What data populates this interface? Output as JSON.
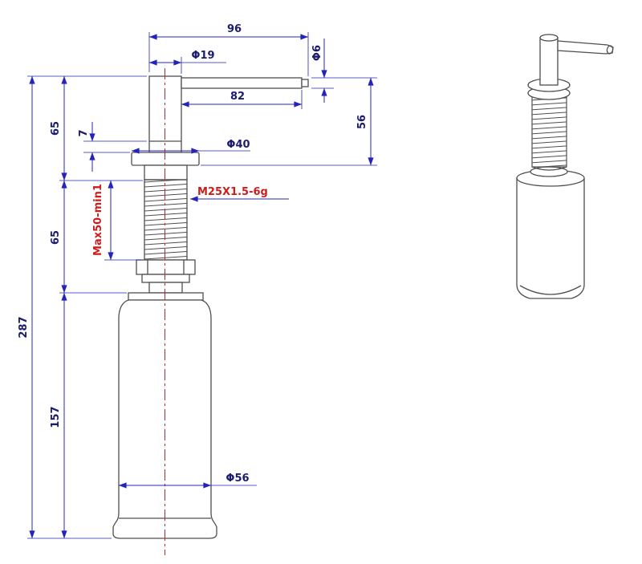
{
  "colors": {
    "outline": "#4f4f4f",
    "dimension_line": "#2424bd",
    "dimension_text": "#1c1c6e",
    "annotation_red": "#cc1d1d",
    "centerline": "#cc2222",
    "background": "#ffffff"
  },
  "dimensions": {
    "overall_width": "96",
    "head_diameter": "Φ19",
    "spout_diameter": "Φ6",
    "spout_length": "82",
    "upper_height": "65",
    "flange_offset": "7",
    "spout_to_flange": "56",
    "flange_diameter": "Φ40",
    "thread_spec": "M25X1.5-6g",
    "thread_range": "Max50-min1",
    "mid_height": "65",
    "total_height": "287",
    "bottle_height": "157",
    "bottle_diameter": "Φ56"
  }
}
